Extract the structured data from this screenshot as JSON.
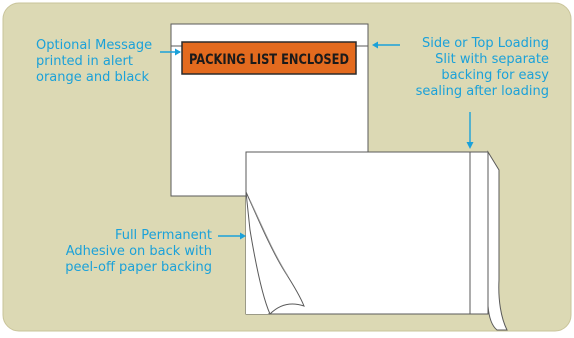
{
  "colors": {
    "panel": "#dcd9b4",
    "panel_border": "#c9c49a",
    "callout_text": "#1ba1d9",
    "callout_line": "#1ba1d9",
    "envelope_fill": "#ffffff",
    "envelope_stroke": "#5a5a5a",
    "banner_fill": "#e36a1e",
    "banner_text": "#1a1a1a"
  },
  "banner": {
    "text": "PACKING LIST ENCLOSED"
  },
  "callouts": {
    "optional_message": {
      "lines": [
        "Optional Message",
        "printed in alert",
        "orange and black"
      ]
    },
    "side_top_loading": {
      "lines": [
        "Side or Top Loading",
        "Slit with separate",
        "backing for easy",
        "sealing after loading"
      ]
    },
    "adhesive": {
      "lines": [
        "Full Permanent",
        "Adhesive on back with",
        "peel-off paper backing"
      ]
    }
  },
  "icons": {
    "peel_corner": "peel-corner-icon",
    "backing_strip": "backing-strip-icon"
  }
}
